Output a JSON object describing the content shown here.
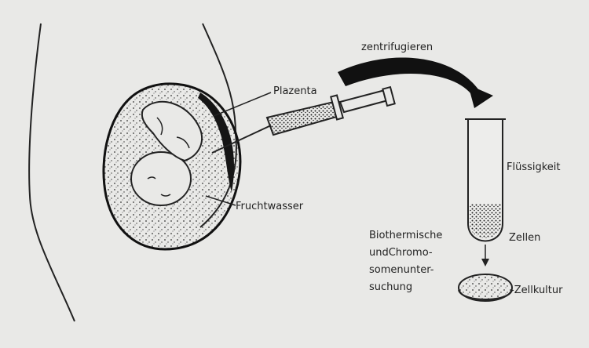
{
  "diagram": {
    "labels": {
      "centrifuge": "zentrifugieren",
      "placenta": "Plazenta",
      "amniotic_fluid": "Fruchtwasser",
      "liquid": "Flüssigkeit",
      "cells": "Zellen",
      "cell_culture": "-Zellkultur",
      "analysis_line1": "Biothermische",
      "analysis_line2": "undChromo-",
      "analysis_line3": "somenunter-",
      "analysis_line4": "suchung"
    }
  }
}
